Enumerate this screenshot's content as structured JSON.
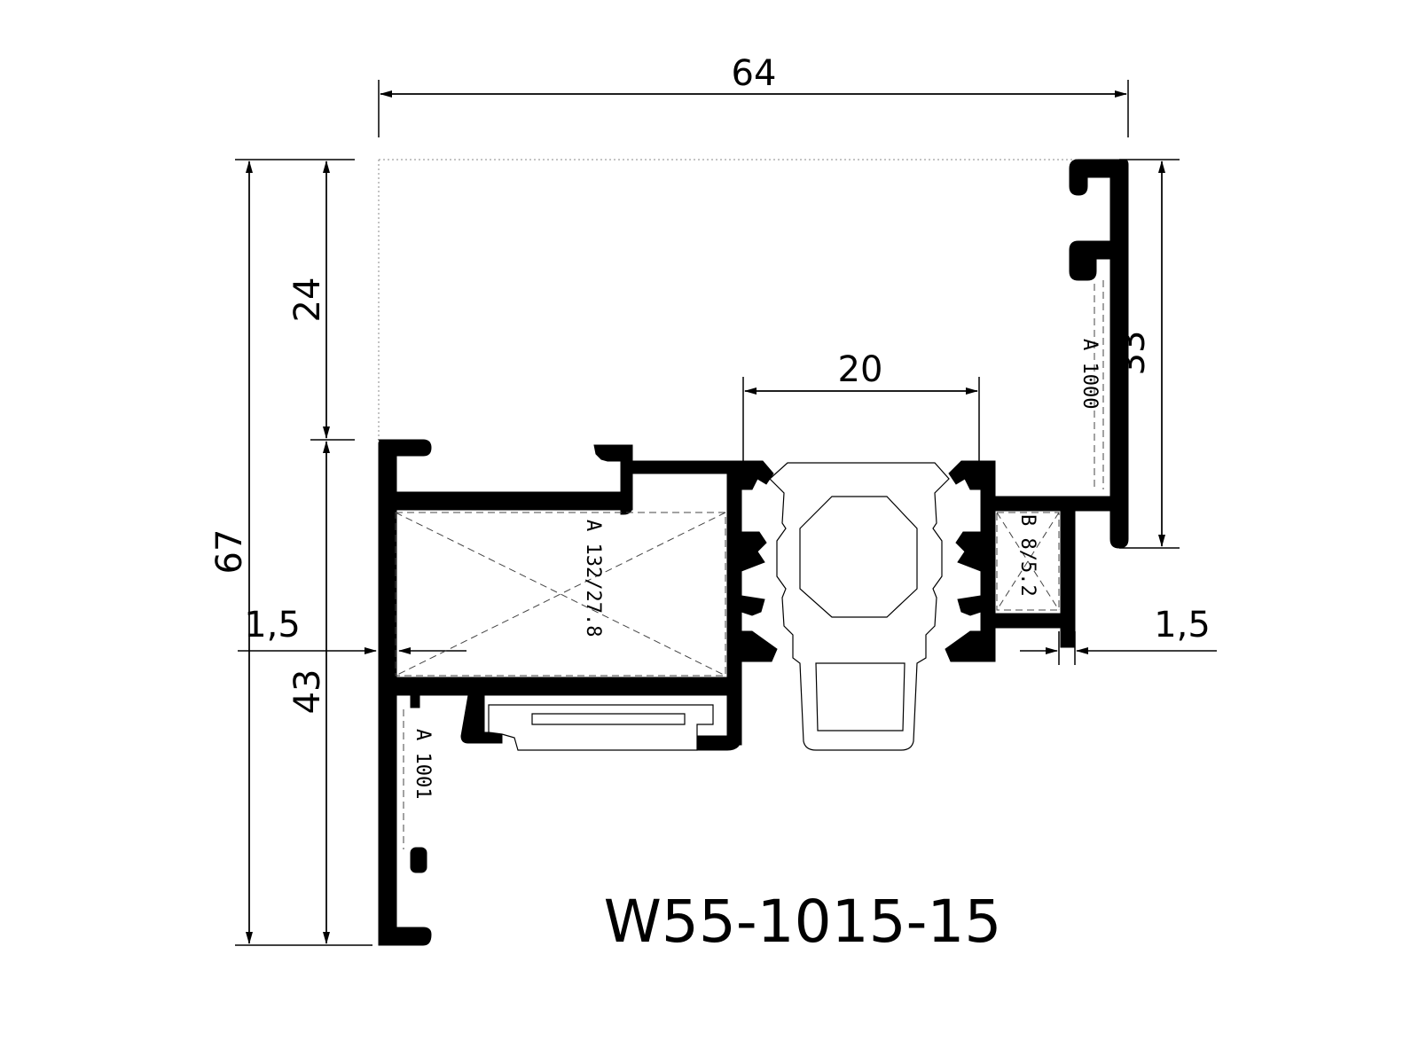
{
  "diagram": {
    "code": "W55-1015-15",
    "dimensions": {
      "overall_width": "64",
      "overall_height": "67",
      "upper_height": "24",
      "lower_height": "43",
      "right_height": "33",
      "thermal_break_width": "20",
      "left_wall": "1,5",
      "right_wall": "1,5"
    },
    "labels": {
      "accessory_main": "A 132/27.8",
      "accessory_bottom": "A 1001",
      "accessory_right": "A 1000",
      "accessory_block": "B 8/5.2"
    },
    "colors": {
      "ink": "#000000",
      "background": "#ffffff"
    }
  }
}
